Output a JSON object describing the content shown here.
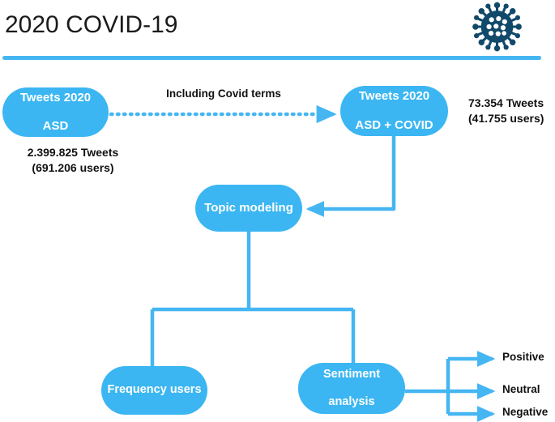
{
  "header": {
    "title": "2020 COVID-19",
    "rule_color": "#45b6f2",
    "icon": "coronavirus-icon",
    "icon_color": "#11496b"
  },
  "theme": {
    "node_fill": "#3bb6f2",
    "node_text": "#ffffff",
    "line_color": "#45b6f2",
    "label_text": "#111111"
  },
  "diagram": {
    "type": "flowchart",
    "nodes": [
      {
        "id": "tweets-asd",
        "label": "Tweets 2020\nASD",
        "line1": "Tweets 2020",
        "line2": "ASD"
      },
      {
        "id": "tweets-asd-covid",
        "label": "Tweets 2020\nASD + COVID",
        "line1": "Tweets 2020",
        "line2": "ASD + COVID"
      },
      {
        "id": "topic-modeling",
        "label": "Topic modeling",
        "line1": "Topic modeling",
        "line2": ""
      },
      {
        "id": "frequency-users",
        "label": "Frequency users",
        "line1": "Frequency users",
        "line2": ""
      },
      {
        "id": "sentiment-analysis",
        "label": "Sentiment\nanalysis",
        "line1": "Sentiment",
        "line2": "analysis"
      }
    ],
    "edges": [
      {
        "from": "tweets-asd",
        "to": "tweets-asd-covid",
        "label": "Including Covid terms",
        "style": "dotted",
        "arrow": true
      },
      {
        "from": "tweets-asd-covid",
        "to": "topic-modeling",
        "label": "",
        "style": "solid",
        "arrow": true
      },
      {
        "from": "topic-modeling",
        "to": "frequency-users",
        "label": "",
        "style": "solid",
        "arrow": false
      },
      {
        "from": "topic-modeling",
        "to": "sentiment-analysis",
        "label": "",
        "style": "solid",
        "arrow": false
      },
      {
        "from": "sentiment-analysis",
        "to": "positive",
        "label": "",
        "style": "solid",
        "arrow": true
      },
      {
        "from": "sentiment-analysis",
        "to": "neutral",
        "label": "",
        "style": "solid",
        "arrow": true
      },
      {
        "from": "sentiment-analysis",
        "to": "negative",
        "label": "",
        "style": "solid",
        "arrow": true
      }
    ],
    "stats": {
      "asd": {
        "line1": "2.399.825 Tweets",
        "line2": "(691.206 users)"
      },
      "asd_covid": {
        "line1": "73.354 Tweets",
        "line2": "(41.755 users)"
      }
    },
    "sentiment_outcomes": [
      {
        "id": "positive",
        "label": "Positive"
      },
      {
        "id": "neutral",
        "label": "Neutral"
      },
      {
        "id": "negative",
        "label": "Negative"
      }
    ]
  }
}
